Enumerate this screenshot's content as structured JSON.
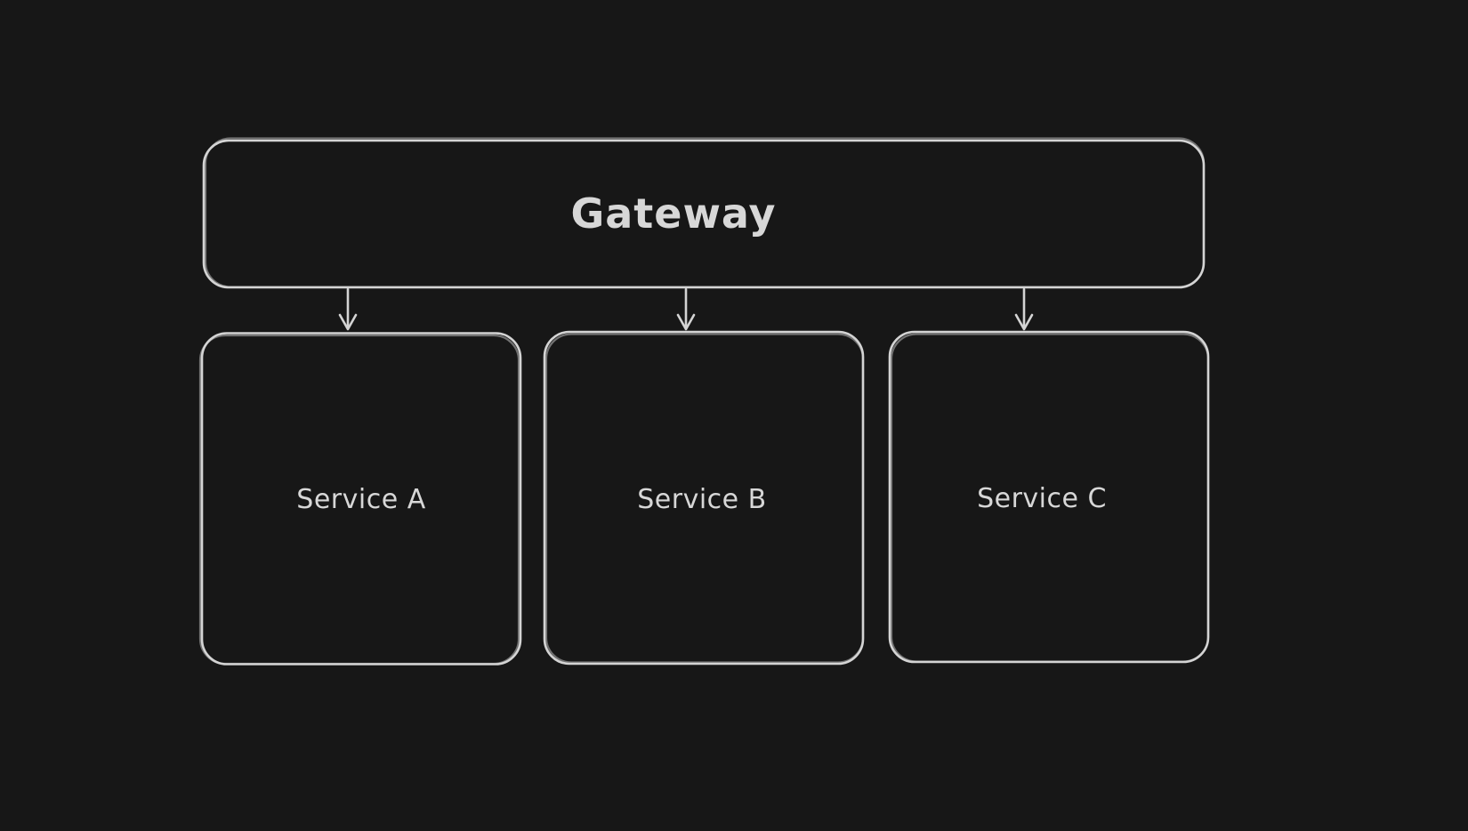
{
  "colors": {
    "background": "#171717",
    "stroke": "#d4d4d4",
    "ghost_stroke": "#bdbdbd",
    "text": "#d7d7d7"
  },
  "diagram": {
    "gateway": {
      "label": "Gateway"
    },
    "services": [
      {
        "label": "Service A"
      },
      {
        "label": "Service B"
      },
      {
        "label": "Service C"
      }
    ],
    "edges": [
      {
        "from": "Gateway",
        "to": "Service A"
      },
      {
        "from": "Gateway",
        "to": "Service B"
      },
      {
        "from": "Gateway",
        "to": "Service C"
      }
    ]
  }
}
